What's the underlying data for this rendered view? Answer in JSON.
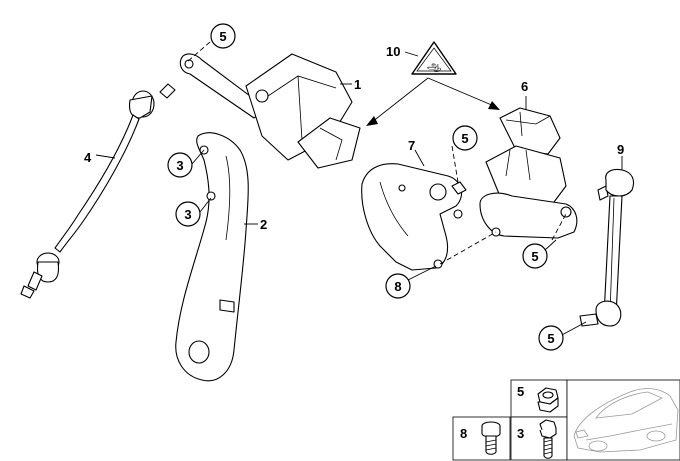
{
  "diagram": {
    "callouts": {
      "c5_top": "5",
      "c1": "1",
      "c4": "4",
      "c3_upper": "3",
      "c3_lower": "3",
      "c2": "2",
      "c10": "10",
      "c6": "6",
      "c7": "7",
      "c5_mid": "5",
      "c9": "9",
      "c5_right": "5",
      "c8": "8",
      "c5_bottom": "5"
    },
    "legend_box": {
      "nut_label": "5",
      "bolt8_label": "8",
      "bolt3_label": "3"
    },
    "warning_icon_text": "ஆ"
  }
}
